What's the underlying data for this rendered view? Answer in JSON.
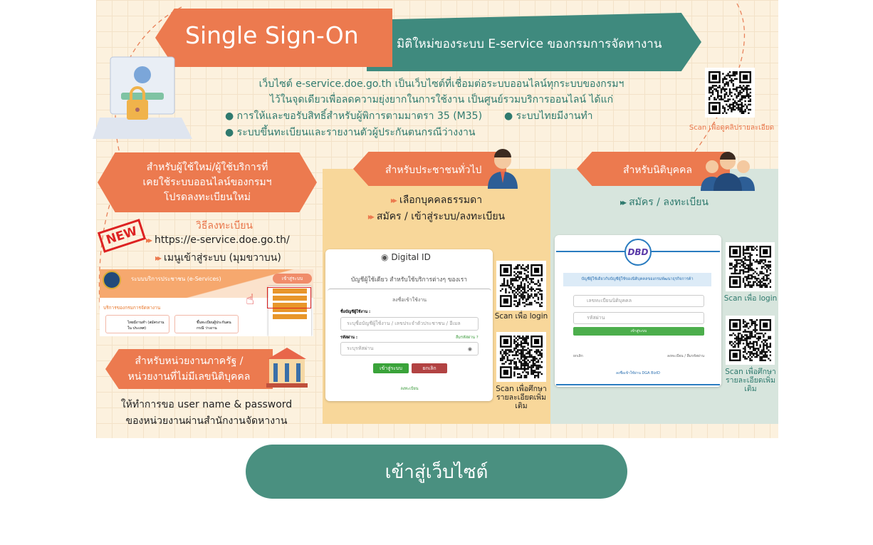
{
  "header": {
    "title": "Single Sign-On",
    "subtitle": "มิติใหม่ของระบบ E-service ของกรมการจัดหางาน"
  },
  "intro": {
    "line1": "เว็บไซต์ e-service.doe.go.th เป็นเว็บไซต์ที่เชื่อมต่อระบบออนไลน์ทุกระบบของกรมฯ",
    "line2": "ไว้ในจุดเดียวเพื่อลดความยุ่งยากในการใช้งาน เป็นศูนย์รวมบริการออนไลน์ ได้แก่",
    "bullets": [
      "การให้และขอรับสิทธิ์สำหรับผู้พิการตามมาตรา 35 (M35)",
      "ระบบไทยมีงานทำ",
      "ระบบขึ้นทะเบียนและรายงานตัวผู้ประกันตนกรณีว่างงาน"
    ]
  },
  "top_qr_caption": "Scan เพื่อดูคลิปรายละเอียด",
  "left": {
    "banner": [
      "สำหรับผู้ใช้ใหม่/ผู้ใช้บริการที่",
      "เคยใช้ระบบออนไลน์ของกรมฯ",
      "โปรดลงทะเบียนใหม่"
    ],
    "new_badge": "NEW",
    "how_title": "วิธีลงทะเบียน",
    "steps": [
      "https://e-service.doe.go.th/",
      "เมนูเข้าสู่ระบบ (มุมขวาบน)"
    ],
    "screenshot": {
      "title": "ระบบบริการประชาชน (e-Services)",
      "login": "เข้าสู่ระบบ",
      "section": "บริการของกรมการจัดหางาน",
      "tiles": [
        "ไทยมีงานทำ (สมัครงานใน ประเทศ)",
        "ขึ้นทะเบียนผู้ประกันตนกรณี ว่างงาน"
      ]
    },
    "gov_banner": [
      "สำหรับหน่วยงานภาครัฐ /",
      "หน่วยงานที่ไม่มีเลขนิติบุคคล"
    ],
    "gov_text": [
      "ให้ทำการขอ user name & password",
      "ของหน่วยงานผ่านสำนักงานจัดหางาน"
    ]
  },
  "middle": {
    "banner": "สำหรับประชาชนทั่วไป",
    "steps": [
      "เลือกบุคคลธรรมดา",
      "สมัคร / เข้าสู่ระบบ/ลงทะเบียน"
    ],
    "card": {
      "brand": "Digital ID",
      "tagline": "บัญชีผู้ใช้เดียว สำหรับใช้บริการต่างๆ ของเรา",
      "heading": "ลงชื่อเข้าใช้งาน",
      "user_label": "ชื่อบัญชีผู้ใช้งาน :",
      "user_placeholder": "ระบุชื่อบัญชีผู้ใช้งาน / เลขประจำตัวประชาชน / อีเมล",
      "pass_label": "รหัสผ่าน :",
      "forgot": "ลืมรหัสผ่าน ?",
      "pass_placeholder": "ระบุรหัสผ่าน",
      "login": "เข้าสู่ระบบ",
      "cancel": "ยกเลิก",
      "register": "ลงทะเบียน"
    },
    "qr_captions": [
      "Scan เพื่อ login",
      "Scan เพื่อศึกษา",
      "รายละเอียดเพิ่มเติม"
    ]
  },
  "right": {
    "banner": "สำหรับนิติบุคคล",
    "steps": [
      "สมัคร / ลงทะเบียน"
    ],
    "card": {
      "logo": "DBD",
      "notice": "บัญชีผู้ใช้เดียวกับบัญชีผู้ใช้ของนิติบุคคลของกรมพัฒนาธุรกิจการค้า",
      "id_placeholder": "เลขทะเบียนนิติบุคคล",
      "pass_placeholder": "รหัสผ่าน",
      "login": "เข้าสู่ระบบ",
      "cancel": "ยกเลิก",
      "register": "ลงทะเบียน / ลืมรหัสผ่าน",
      "dga": "ลงชื่อเข้าใช้ผ่าน DGA BizID"
    },
    "qr_captions": [
      "Scan เพื่อ login",
      "Scan เพื่อศึกษา",
      "รายละเอียดเพิ่มเติม"
    ]
  },
  "cta": {
    "label": "เข้าสู่เว็บไซต์"
  },
  "colors": {
    "orange": "#ec7a4f",
    "teal": "#3f8a7e",
    "cream": "#fcf1de",
    "middle_bg": "#f8d79a",
    "right_bg": "#d7e5dd",
    "cta": "#4a9080"
  }
}
